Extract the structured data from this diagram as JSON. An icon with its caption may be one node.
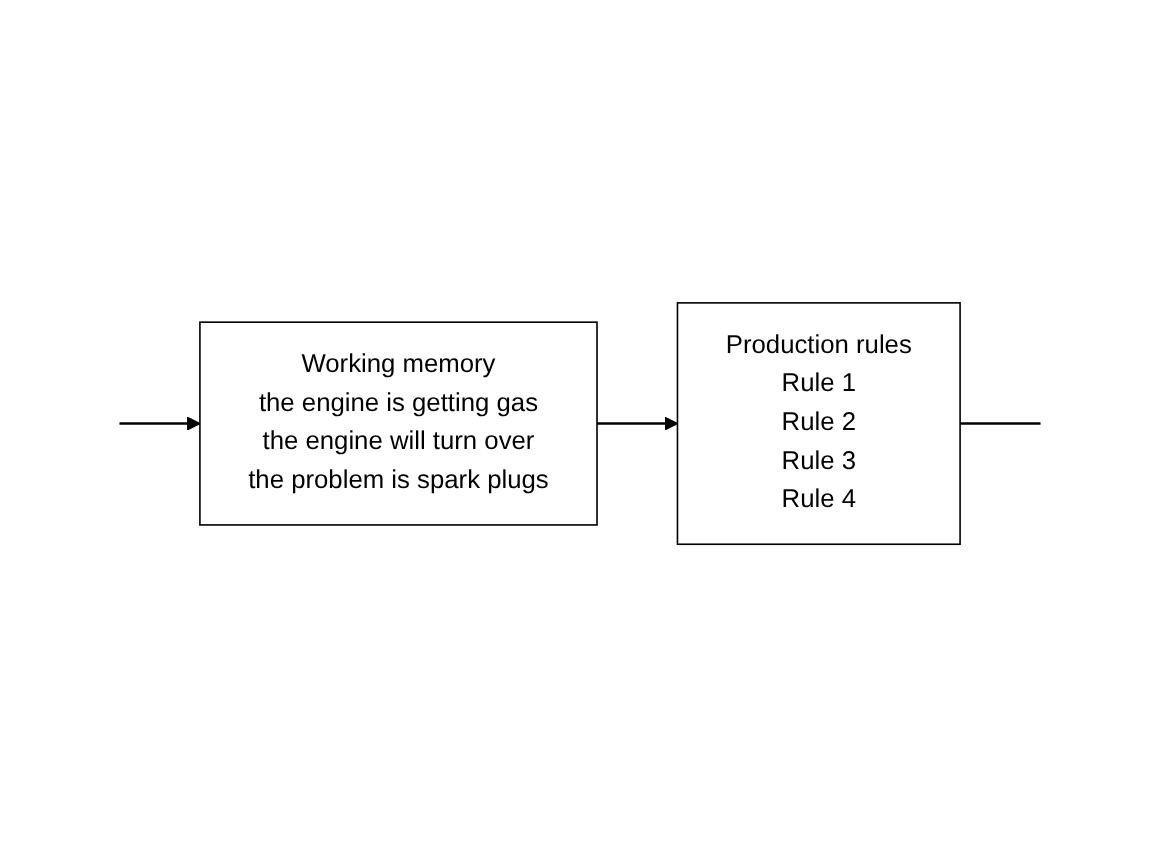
{
  "diagram": {
    "nodes": [
      {
        "text": [
          "Working memory",
          "the engine is getting gas",
          "the engine will turn over",
          "the problem is spark plugs"
        ]
      },
      {
        "text": [
          "Production rules",
          "Rule 1",
          "Rule 2",
          "Rule 3",
          "Rule 4"
        ]
      }
    ],
    "edges": [
      {
        "from": 0,
        "to": 1,
        "arrow": "to"
      },
      {
        "from": 1,
        "to": null,
        "arrow": "none"
      },
      {
        "from": null,
        "to": 0,
        "arrow": "to"
      }
    ]
  }
}
